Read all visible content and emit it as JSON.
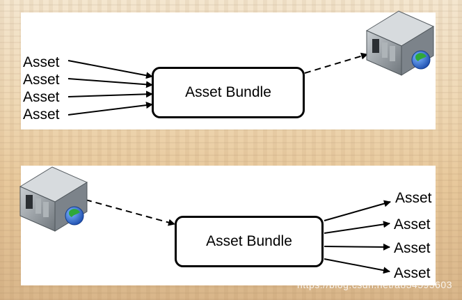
{
  "diagram_top": {
    "assets": [
      "Asset",
      "Asset",
      "Asset",
      "Asset"
    ],
    "bundle_label": "Asset Bundle"
  },
  "diagram_bottom": {
    "bundle_label": "Asset Bundle",
    "assets": [
      "Asset",
      "Asset",
      "Asset",
      "Asset"
    ]
  },
  "watermark": "https://blog.csdn.net/a834595603",
  "icons": {
    "server": "server-globe-icon"
  },
  "colors": {
    "line": "#000000",
    "panel": "#ffffff",
    "server_body": "#8d9296",
    "globe_blue": "#2a6fd6",
    "globe_green": "#2fa83a"
  }
}
